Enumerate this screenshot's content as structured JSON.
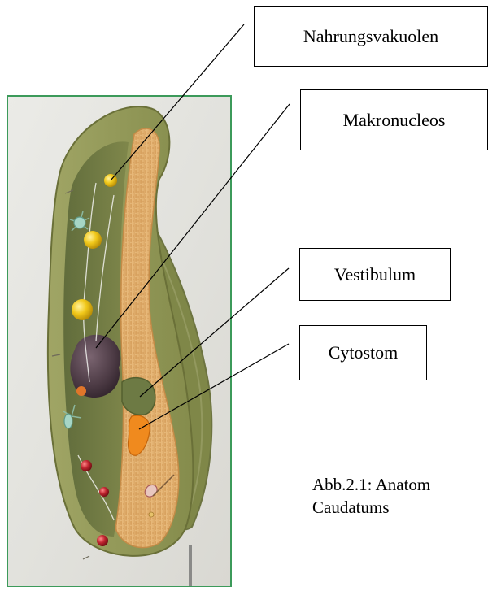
{
  "figure": {
    "labels": [
      {
        "id": "nahrungsvakuolen",
        "text": "Nahrungsvakuolen"
      },
      {
        "id": "makronucleos",
        "text": "Makronucleos"
      },
      {
        "id": "vestibulum",
        "text": "Vestibulum"
      },
      {
        "id": "cytostom",
        "text": "Cytostom"
      }
    ],
    "caption_line1": "Abb.2.1: Anatom",
    "caption_line2": "Caudatums"
  },
  "colors": {
    "photo_border": "#3c9a5a",
    "wall_bg": "#e4e4df",
    "membrane_green": "#9aa35d",
    "cytoplasm_orange": "#e3b06f",
    "nucleus": "#52404a",
    "vacuole_yellow": "#f2c814",
    "vacuole_red": "#b5202a"
  }
}
